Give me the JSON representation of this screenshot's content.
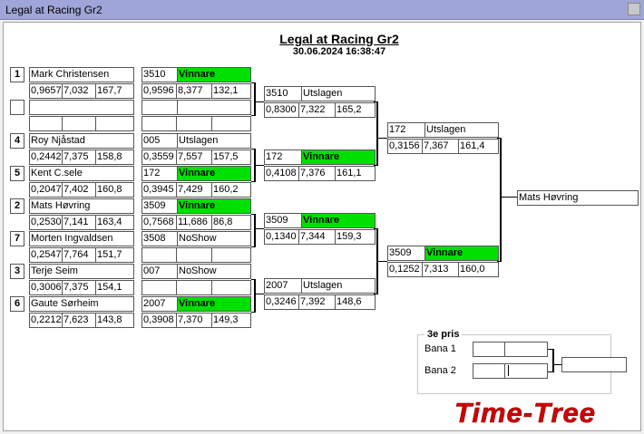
{
  "window": {
    "title": "Legal at Racing Gr2"
  },
  "header": {
    "title": "Legal at Racing Gr2",
    "datetime": "30.06.2024 16:38:47"
  },
  "round1": [
    {
      "seed": "1",
      "name": "Mark Christensen",
      "rt": "0,9657",
      "et": "7,032",
      "speed": "167,7"
    },
    {
      "seed": "",
      "name": "",
      "rt": "",
      "et": "",
      "speed": ""
    },
    {
      "seed": "4",
      "name": "Roy Njåstad",
      "rt": "0,2442",
      "et": "7,375",
      "speed": "158,8"
    },
    {
      "seed": "5",
      "name": "Kent C.sele",
      "rt": "0,2047",
      "et": "7,402",
      "speed": "160,8"
    },
    {
      "seed": "2",
      "name": "Mats Høvring",
      "rt": "0,2530",
      "et": "7,141",
      "speed": "163,4"
    },
    {
      "seed": "7",
      "name": "Morten Ingvaldsen",
      "rt": "0,2547",
      "et": "7,764",
      "speed": "151,7"
    },
    {
      "seed": "3",
      "name": "Terje Seim",
      "rt": "0,3006",
      "et": "7,375",
      "speed": "154,1"
    },
    {
      "seed": "6",
      "name": "Gaute Sørheim",
      "rt": "0,2212",
      "et": "7,623",
      "speed": "143,8"
    }
  ],
  "round2": [
    {
      "num": "3510",
      "status": "Vinnare",
      "win": true,
      "rt": "0,9596",
      "et": "8,377",
      "speed": "132,1"
    },
    {
      "num": "",
      "status": "",
      "win": false,
      "rt": "",
      "et": "",
      "speed": ""
    },
    {
      "num": "005",
      "status": "Utslagen",
      "win": false,
      "rt": "0,3559",
      "et": "7,557",
      "speed": "157,5"
    },
    {
      "num": "172",
      "status": "Vinnare",
      "win": true,
      "rt": "0,3945",
      "et": "7,429",
      "speed": "160,2"
    },
    {
      "num": "3509",
      "status": "Vinnare",
      "win": true,
      "rt": "0,7568",
      "et": "11,686",
      "speed": "86,8"
    },
    {
      "num": "3508",
      "status": "NoShow",
      "win": false,
      "rt": "",
      "et": "",
      "speed": ""
    },
    {
      "num": "007",
      "status": "NoShow",
      "win": false,
      "rt": "",
      "et": "",
      "speed": ""
    },
    {
      "num": "2007",
      "status": "Vinnare",
      "win": true,
      "rt": "0,3908",
      "et": "7,370",
      "speed": "149,3"
    }
  ],
  "round3": [
    {
      "num": "3510",
      "status": "Utslagen",
      "win": false,
      "rt": "0,8300",
      "et": "7,322",
      "speed": "165,2"
    },
    {
      "num": "172",
      "status": "Vinnare",
      "win": true,
      "rt": "0,4108",
      "et": "7,376",
      "speed": "161,1"
    },
    {
      "num": "3509",
      "status": "Vinnare",
      "win": true,
      "rt": "0,1340",
      "et": "7,344",
      "speed": "159,3"
    },
    {
      "num": "2007",
      "status": "Utslagen",
      "win": false,
      "rt": "0,3246",
      "et": "7,392",
      "speed": "148,6"
    }
  ],
  "semis": [
    {
      "num": "172",
      "status": "Utslagen",
      "win": false,
      "rt": "0,3156",
      "et": "7,367",
      "speed": "161,4"
    },
    {
      "num": "3509",
      "status": "Vinnare",
      "win": true,
      "rt": "0,1252",
      "et": "7,313",
      "speed": "160,0"
    }
  ],
  "winner": "Mats Høvring",
  "third_prize": {
    "title": "3e pris",
    "lane1": "Bana 1",
    "lane2": "Bana 2"
  },
  "logo_text": "Time-Tree",
  "colors": {
    "win": "#00e000",
    "logo": "#d40000"
  }
}
